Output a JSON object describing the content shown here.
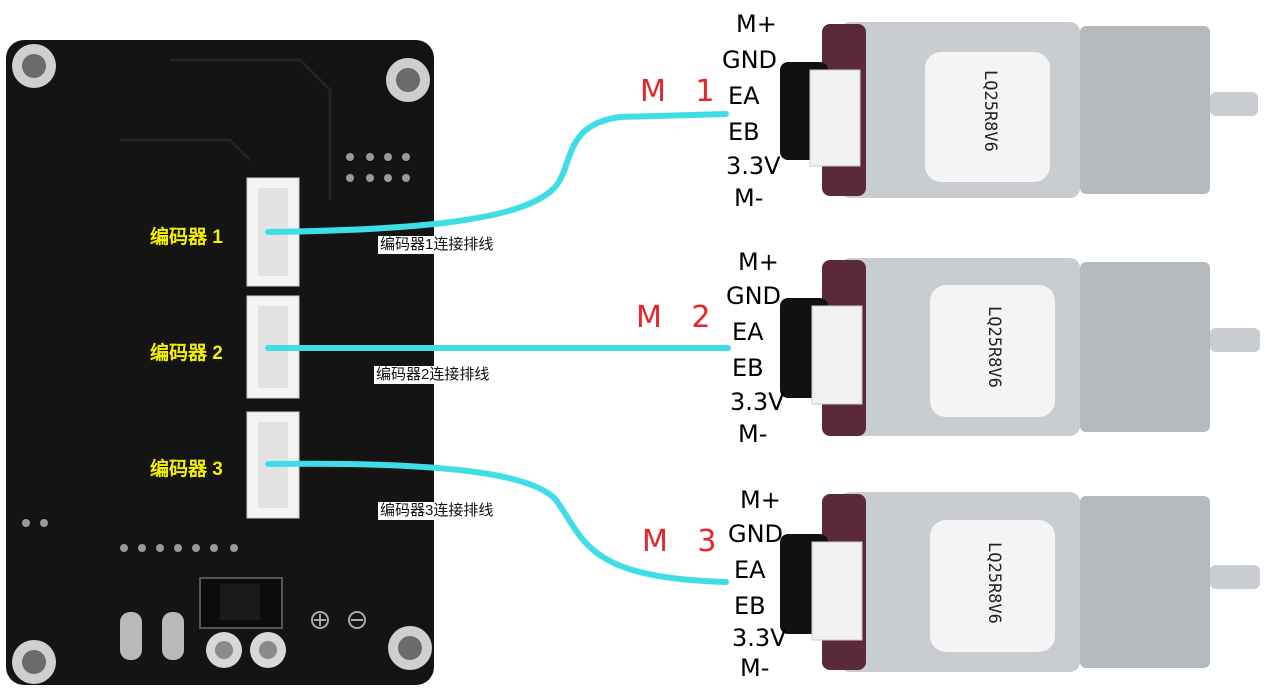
{
  "encoders": [
    {
      "label": "编码器 1",
      "cable_label": "编码器1连接排线"
    },
    {
      "label": "编码器 2",
      "cable_label": "编码器2连接排线"
    },
    {
      "label": "编码器 3",
      "cable_label": "编码器3连接排线"
    }
  ],
  "motors": [
    {
      "tag": "M 1",
      "model": "LQ25R8V6"
    },
    {
      "tag": "M 2",
      "model": "LQ25R8V6"
    },
    {
      "tag": "M 3",
      "model": "LQ25R8V6"
    }
  ],
  "pins": [
    "M+",
    "GND",
    "EA",
    "EB",
    "3.3V",
    "M-"
  ],
  "colors": {
    "cable": "#3fdde6",
    "encoder_label": "#f4f000",
    "motor_tag": "#e8232a",
    "board": "#141414"
  }
}
